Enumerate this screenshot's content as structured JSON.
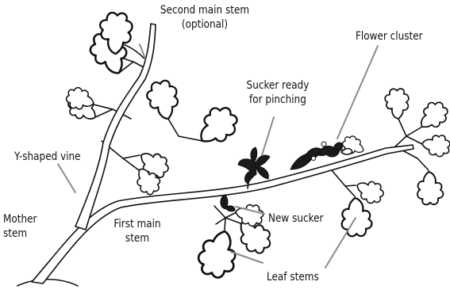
{
  "diagram": {
    "labels": {
      "second_main_stem": [
        "Second main stem",
        "(optional)"
      ],
      "flower_cluster": "Flower cluster",
      "sucker_ready": [
        "Sucker ready",
        "for pinching"
      ],
      "y_shaped_vine": "Y-shaped vine",
      "mother_stem": [
        "Mother",
        "stem"
      ],
      "first_main_stem": [
        "First main",
        "stem"
      ],
      "new_sucker": "New sucker",
      "leaf_stems": "Leaf stems"
    },
    "colors": {
      "line": "#111111",
      "leader": "#8a8a8a",
      "background": "#ffffff"
    }
  }
}
